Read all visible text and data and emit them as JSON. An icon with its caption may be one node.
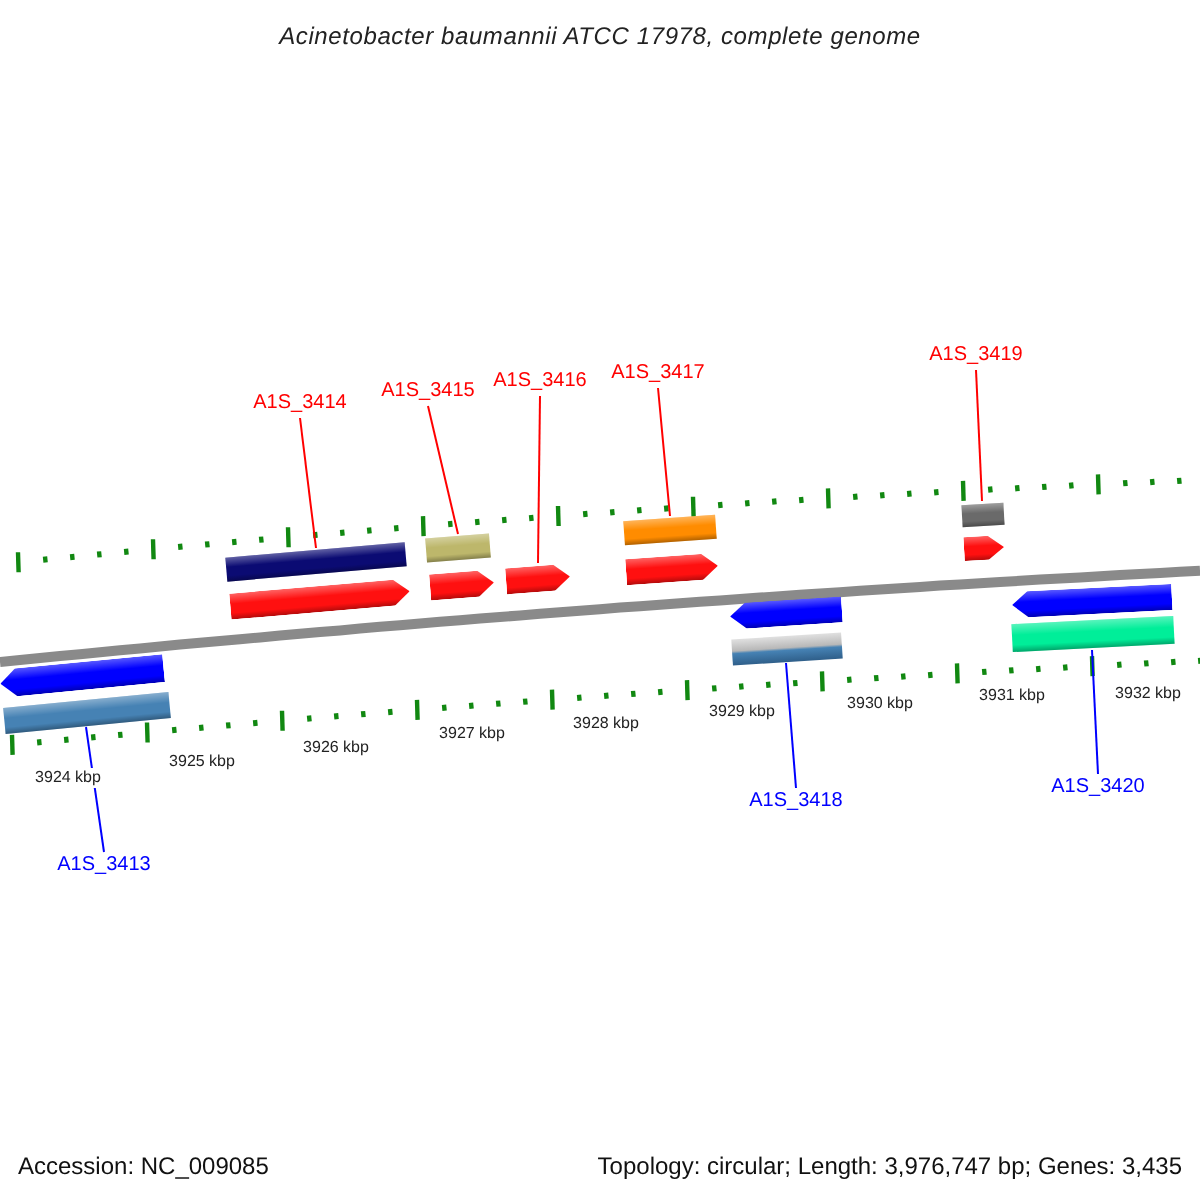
{
  "diagram": {
    "title": "Acinetobacter baumannii ATCC 17978, complete genome",
    "nodes": [
      {
        "text": [
          "A1S_3414"
        ]
      },
      {
        "text": [
          "A1S_3415"
        ]
      },
      {
        "text": [
          "A1S_3416"
        ]
      },
      {
        "text": [
          "A1S_3417"
        ]
      },
      {
        "text": [
          "A1S_3419"
        ]
      },
      {
        "text": [],
        "shape": "bar"
      },
      {
        "text": [],
        "shape": "arrow"
      },
      {
        "text": [],
        "shape": "bar"
      },
      {
        "text": [],
        "shape": "arrow"
      },
      {
        "text": [],
        "shape": "arrow"
      },
      {
        "text": [],
        "shape": "bar"
      },
      {
        "text": [],
        "shape": "arrow"
      },
      {
        "text": [],
        "shape": "bar"
      },
      {
        "text": [],
        "shape": "arrow"
      },
      {
        "text": [],
        "shape": "arrow"
      },
      {
        "text": [],
        "shape": "bar"
      },
      {
        "text": [],
        "shape": "arrow"
      },
      {
        "text": [],
        "shape": "bar"
      },
      {
        "text": [],
        "shape": "arrow"
      },
      {
        "text": [],
        "shape": "bar"
      },
      {
        "text": [
          "A1S_3413"
        ]
      },
      {
        "text": [
          "A1S_3418"
        ]
      },
      {
        "text": [
          "A1S_3420"
        ]
      }
    ],
    "edges": [
      {
        "from": 0,
        "to": 5,
        "arrow": "none"
      },
      {
        "from": 1,
        "to": 7,
        "arrow": "none"
      },
      {
        "from": 2,
        "to": 9,
        "arrow": "none"
      },
      {
        "from": 3,
        "to": 10,
        "arrow": "none"
      },
      {
        "from": 4,
        "to": 12,
        "arrow": "none"
      },
      {
        "from": 20,
        "to": 15,
        "arrow": "none",
        "color": "#0000ff"
      },
      {
        "from": 21,
        "to": 17,
        "arrow": "none",
        "color": "#0000ff"
      },
      {
        "from": 22,
        "to": 19,
        "arrow": "none",
        "color": "#0000ff"
      }
    ],
    "labels": [
      "3924 kbp",
      "3925 kbp",
      "3926 kbp",
      "3927 kbp",
      "3928 kbp",
      "3929 kbp",
      "3930 kbp",
      "3931 kbp",
      "3932 kbp",
      "Accession: NC_009085",
      "Topology: circular; Length: 3,976,747 bp; Genes: 3,435"
    ]
  }
}
